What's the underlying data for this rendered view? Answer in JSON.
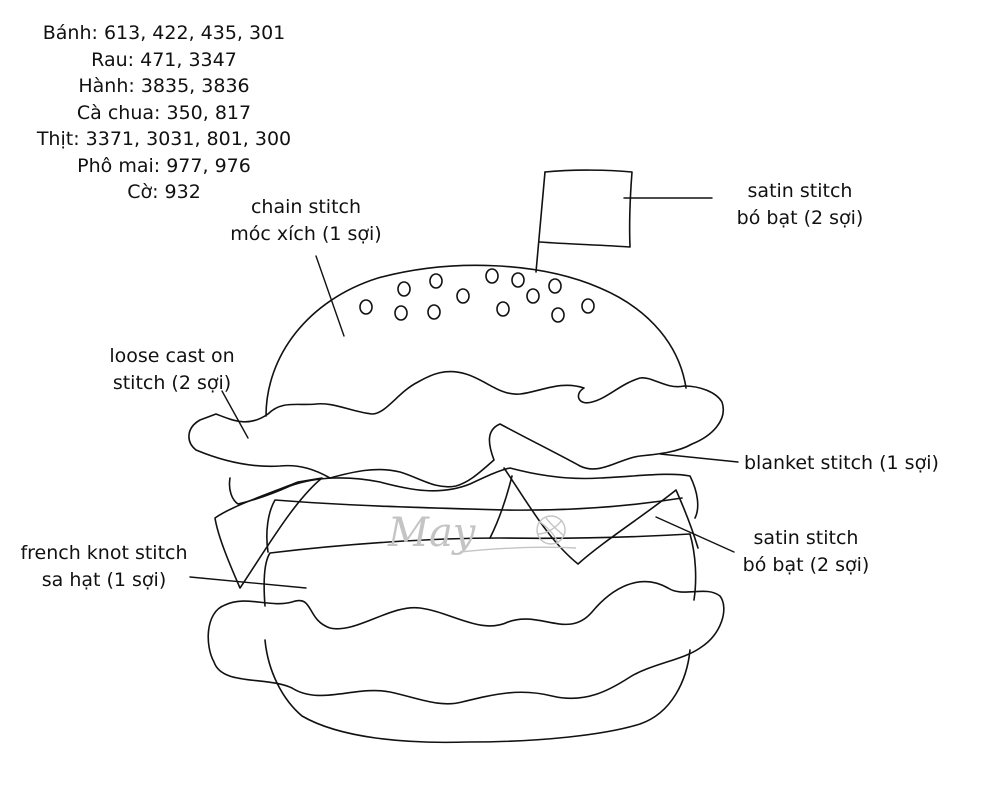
{
  "legend": {
    "items": [
      {
        "label": "Bánh",
        "values": "613, 422, 435, 301"
      },
      {
        "label": "Rau",
        "values": "471, 3347"
      },
      {
        "label": "Hành",
        "values": "3835, 3836"
      },
      {
        "label": "Cà chua",
        "values": "350, 817"
      },
      {
        "label": "Thịt",
        "values": "3371, 3031, 801, 300"
      },
      {
        "label": "Phô mai",
        "values": "977, 976"
      },
      {
        "label": "Cờ",
        "values": "932"
      }
    ]
  },
  "annotations": {
    "chain": {
      "line1": "chain stitch",
      "line2": "móc xích (1 sợi)"
    },
    "flag": {
      "line1": "satin stitch",
      "line2": "bó bạt (2 sợi)"
    },
    "lettuce": {
      "line1": "loose cast on",
      "line2": "stitch (2 sợi)"
    },
    "tomato": {
      "line1": "blanket stitch (1 sợi)"
    },
    "cheese": {
      "line1": "satin stitch",
      "line2": "bó bạt (2 sợi)"
    },
    "bun": {
      "line1": "french knot stitch",
      "line2": "sa hạt (1 sợi)"
    }
  },
  "watermark": {
    "text": "May"
  },
  "colors": {
    "stroke": "#111111",
    "watermark": "#c4c4c4",
    "background": "#ffffff"
  }
}
